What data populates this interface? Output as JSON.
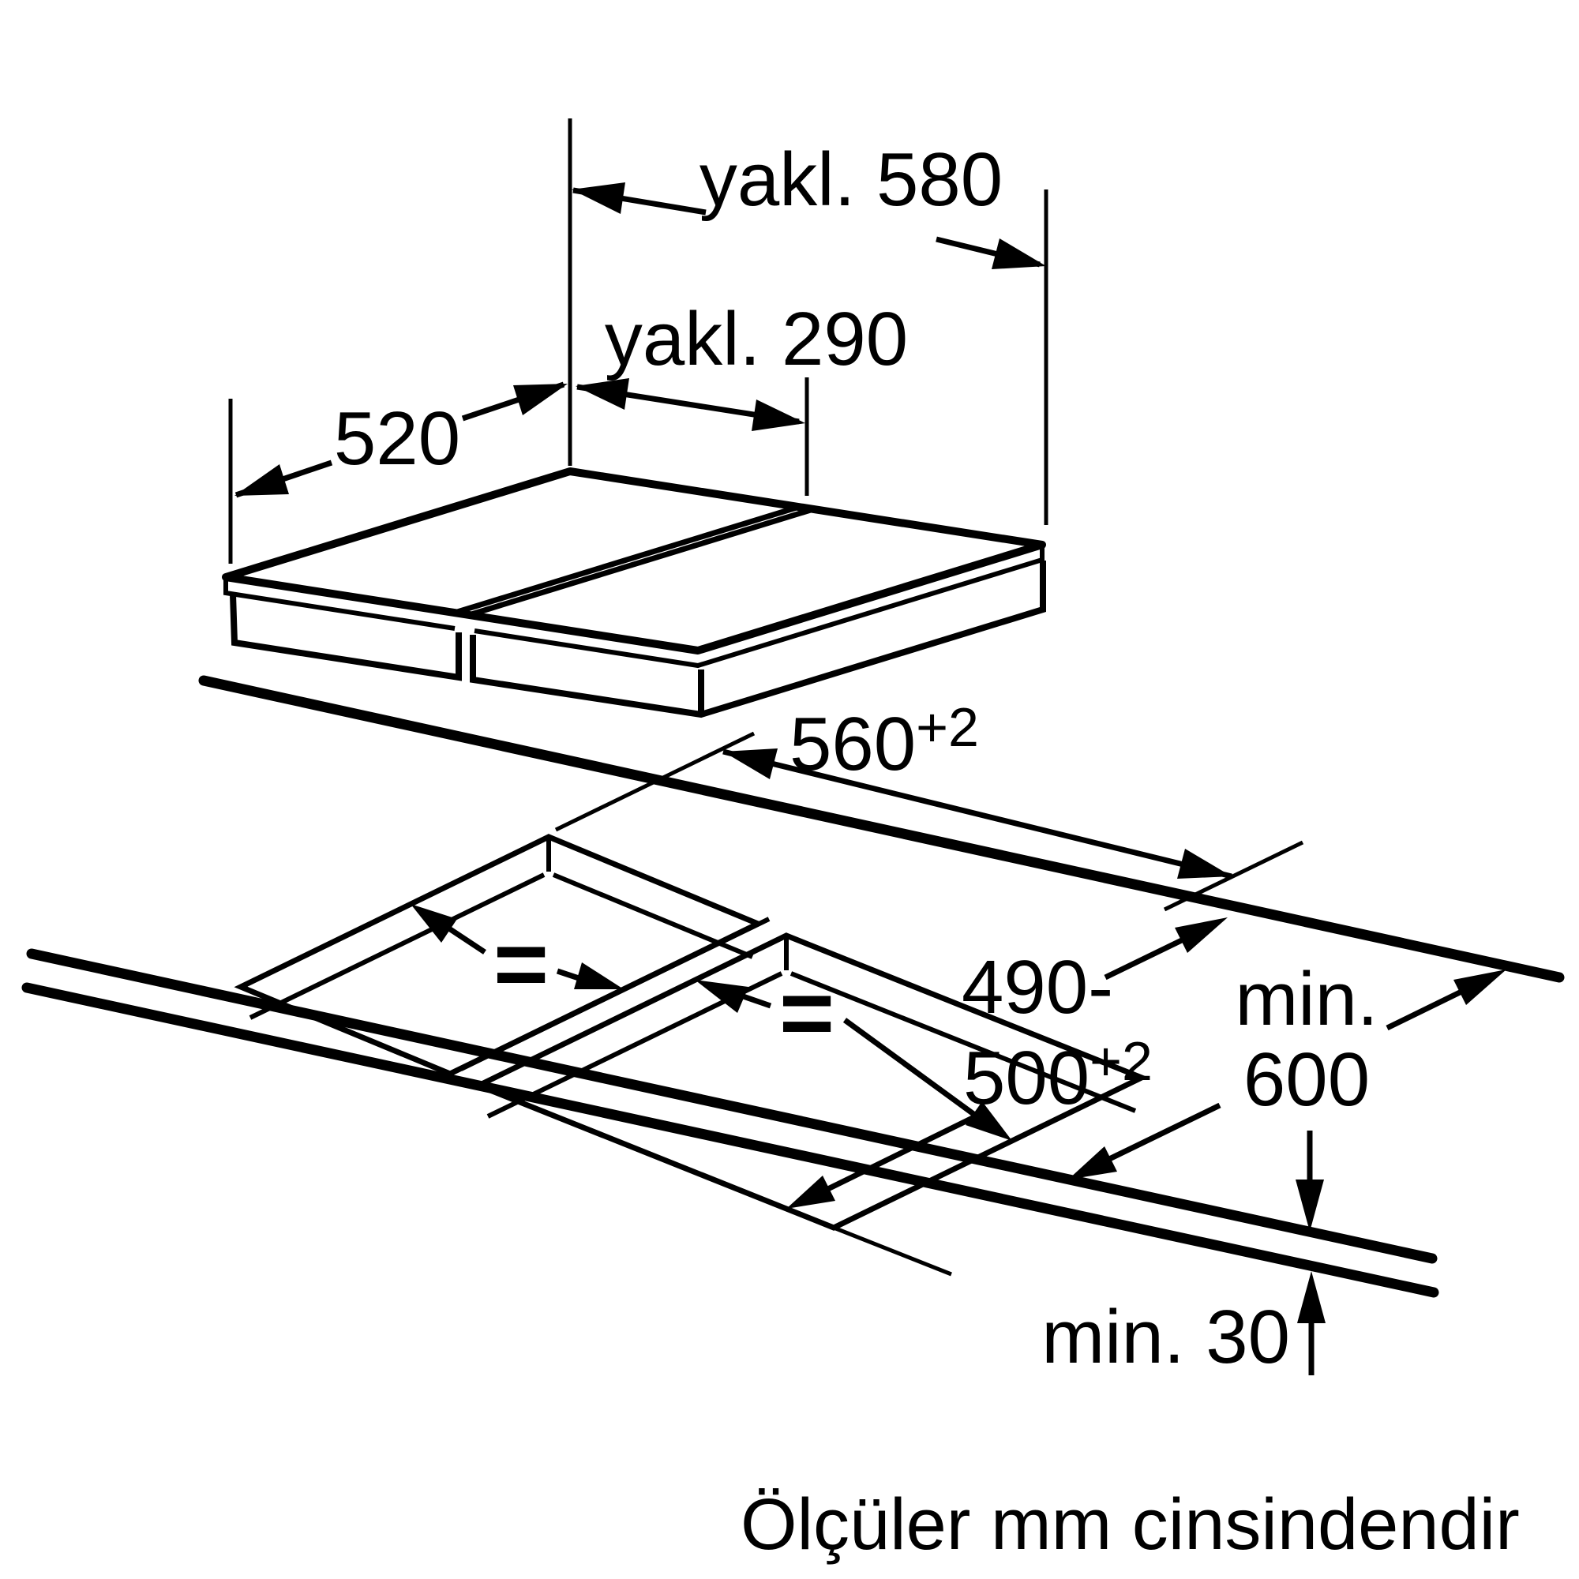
{
  "diagram": {
    "footer_note": "Ölçüler mm cinsindendir",
    "dimensions": {
      "hob_total_width": "yakl. 580",
      "hob_module_width": "yakl. 290",
      "hob_depth": "520",
      "cutout_width_value": "560",
      "cutout_width_tolerance": "+2",
      "cutout_depth_line1": "490-",
      "cutout_depth_value": "500",
      "cutout_depth_tolerance": "+2",
      "worktop_depth_word": "min.",
      "worktop_depth_value": "600",
      "worktop_front_thickness": "min. 30",
      "centering_left": "=",
      "centering_right": "="
    },
    "colors": {
      "line": "#000000",
      "background": "#ffffff"
    }
  }
}
